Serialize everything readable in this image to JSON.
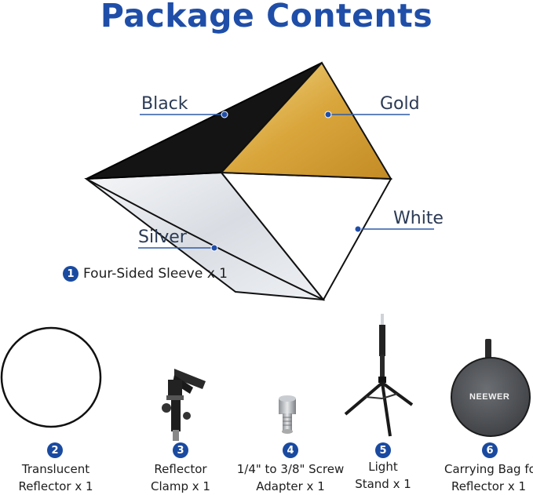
{
  "title": "Package Contents",
  "colors": {
    "accent": "#1f4ea8",
    "badge": "#1a4aa0"
  },
  "sleeve": {
    "labels": {
      "black": "Black",
      "gold": "Gold",
      "silver": "Silver",
      "white": "White"
    },
    "number": "1",
    "caption": "Four-Sided Sleeve x 1"
  },
  "items": [
    {
      "number": "2",
      "line1": "Translucent",
      "line2": "Reflector x 1",
      "icon": "translucent-reflector-icon"
    },
    {
      "number": "3",
      "line1": "Reflector",
      "line2": "Clamp x 1",
      "icon": "reflector-clamp-icon"
    },
    {
      "number": "4",
      "line1": "1/4\" to 3/8\" Screw",
      "line2": "Adapter x 1",
      "icon": "screw-adapter-icon"
    },
    {
      "number": "5",
      "line1": "Light",
      "line2": "Stand x 1",
      "icon": "light-stand-icon"
    },
    {
      "number": "6",
      "line1": "Carrying Bag for",
      "line2": "Reflector x 1",
      "icon": "carrying-bag-icon"
    }
  ],
  "bag_brand": "NEEWER"
}
